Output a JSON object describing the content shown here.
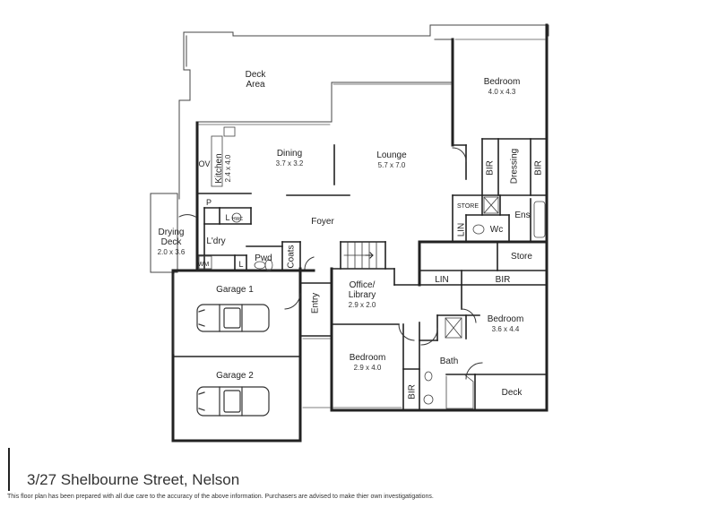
{
  "rooms": {
    "deck_area": {
      "name": "Deck\nArea",
      "l1": "Deck",
      "l2": "Area"
    },
    "bedroom_main": {
      "name": "Bedroom",
      "dim": "4.0 x 4.3"
    },
    "dining": {
      "name": "Dining",
      "dim": "3.7 x 3.2"
    },
    "lounge": {
      "name": "Lounge",
      "dim": "5.7 x 7.0"
    },
    "kitchen": {
      "name": "Kitchen",
      "dim": "2.4 x 4.0"
    },
    "ov": "OV",
    "bir1": "BIR",
    "dressing": "Dressing",
    "bir2": "BIR",
    "store_small": "STORE",
    "ens": "Ens",
    "p": "P",
    "l1": "L",
    "hwc": "HWC",
    "foyer": "Foyer",
    "drying_deck": {
      "l1": "Drying",
      "l2": "Deck",
      "dim": "2.0 x 3.6"
    },
    "ldry": "L'dry",
    "lin1": "LIN",
    "wc": "Wc",
    "wm": "WM",
    "l2": "L",
    "pwd": "Pwd",
    "coats": "Coats",
    "store": "Store",
    "garage1": "Garage 1",
    "office": {
      "l1": "Office/",
      "l2": "Library",
      "dim": "2.9 x 2.0"
    },
    "entry": "Entry",
    "lin2": "LIN",
    "bir3": "BIR",
    "bedroom_right": {
      "name": "Bedroom",
      "dim": "3.6 x 4.4"
    },
    "bedroom_mid": {
      "name": "Bedroom",
      "dim": "2.9 x 4.0"
    },
    "bath": "Bath",
    "garage2": "Garage 2",
    "bir4": "BIR",
    "deck": "Deck"
  },
  "footer": {
    "address": "3/27 Shelbourne Street, Nelson",
    "disclaimer": "This floor plan has been prepared with all due care to the accuracy of the above information. Purchasers are advised to make thier own investigatigations."
  }
}
